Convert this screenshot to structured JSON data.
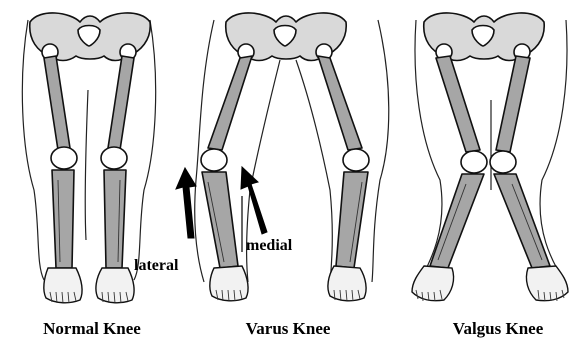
{
  "figures": [
    {
      "key": "normal",
      "caption": "Normal Knee"
    },
    {
      "key": "varus",
      "caption": "Varus Knee"
    },
    {
      "key": "valgus",
      "caption": "Valgus Knee"
    }
  ],
  "annotations": {
    "lateral": "lateral",
    "medial": "medial"
  }
}
